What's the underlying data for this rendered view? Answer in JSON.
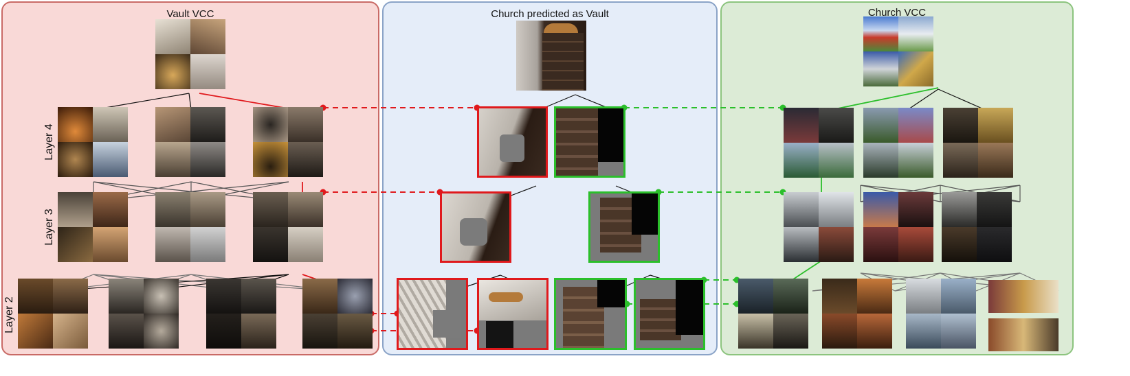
{
  "panels": {
    "left_title": "Vault VCC",
    "middle_title": "Church predicted as Vault",
    "right_title": "Church VCC"
  },
  "layers": {
    "layer4": "Layer 4",
    "layer3": "Layer 3",
    "layer2": "Layer 2"
  },
  "colors": {
    "left_bg": "#f9d9d7",
    "left_border": "#c96a66",
    "middle_bg": "#e5edf9",
    "middle_border": "#8aa3c7",
    "right_bg": "#dcebd6",
    "right_border": "#8cc47e",
    "match_red": "#e0191c",
    "match_green": "#2bbf2b",
    "tree_line": "#111111"
  }
}
